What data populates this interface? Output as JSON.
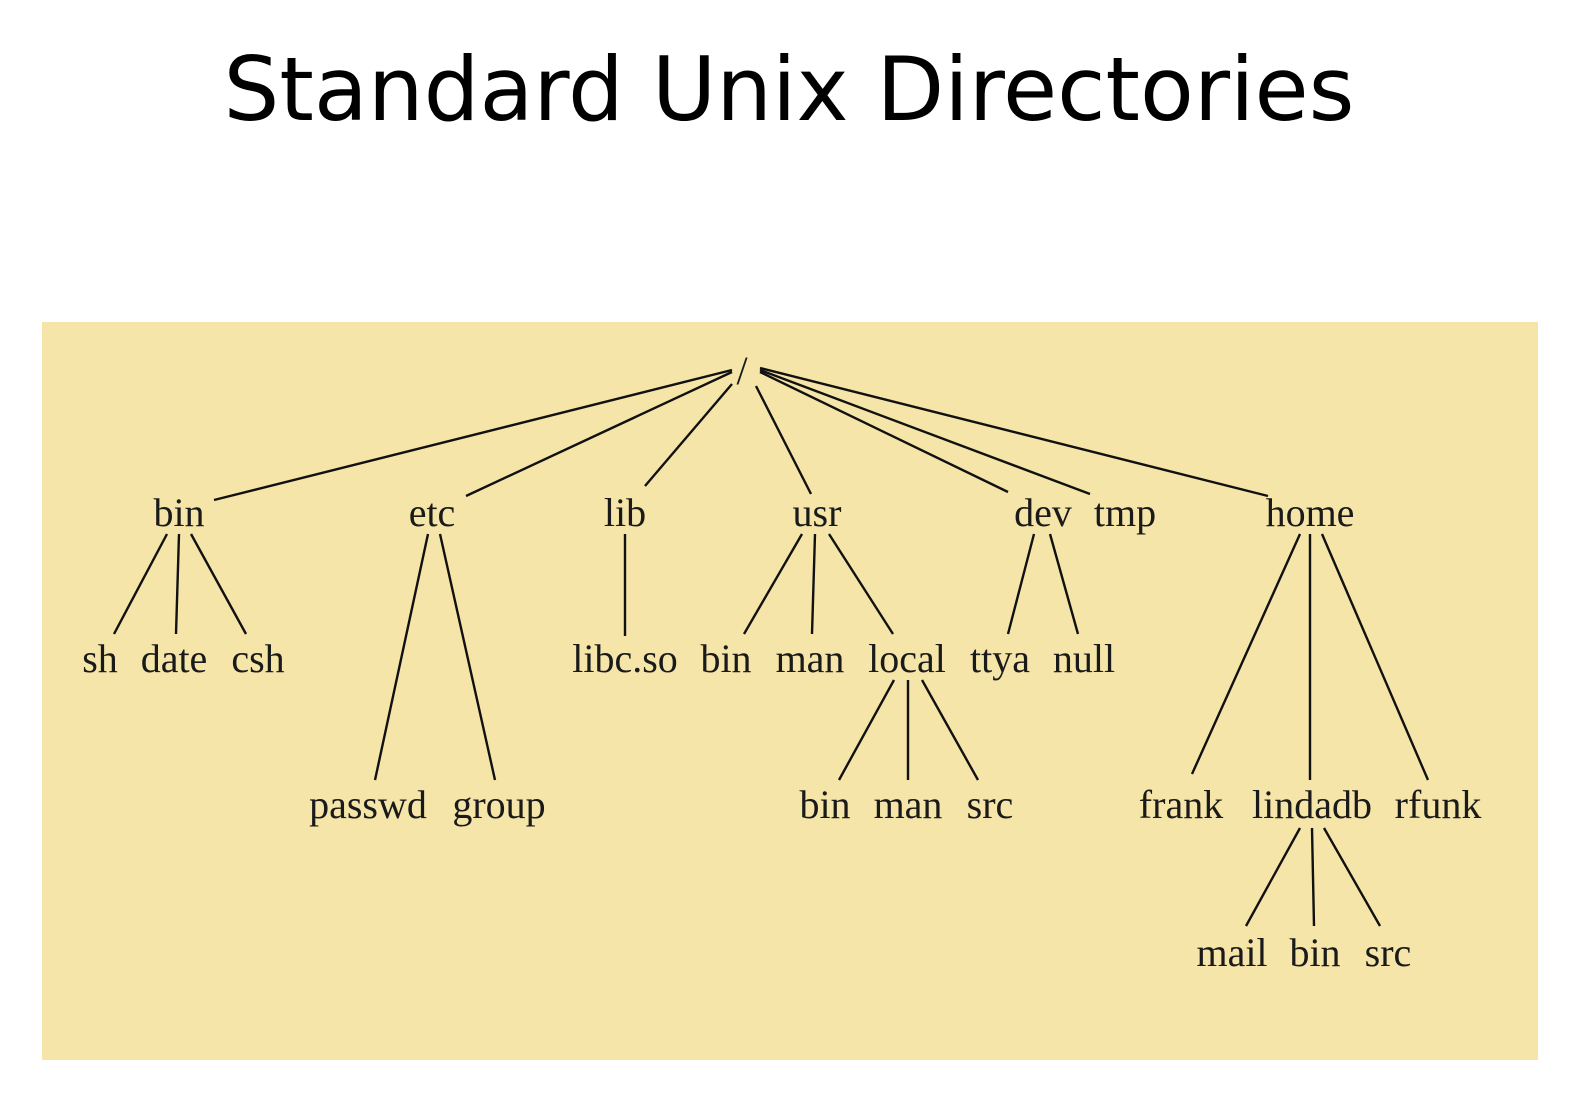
{
  "title": "Standard Unix Directories",
  "colors": {
    "panel_background": "#f5e5a8",
    "line": "#111111",
    "text": "#1a1a1a"
  },
  "tree": {
    "root": "/",
    "nodes": [
      {
        "id": "root",
        "label": "/",
        "parent": null
      },
      {
        "id": "bin",
        "label": "bin",
        "parent": "root"
      },
      {
        "id": "etc",
        "label": "etc",
        "parent": "root"
      },
      {
        "id": "lib",
        "label": "lib",
        "parent": "root"
      },
      {
        "id": "usr",
        "label": "usr",
        "parent": "root"
      },
      {
        "id": "dev",
        "label": "dev",
        "parent": "root"
      },
      {
        "id": "tmp",
        "label": "tmp",
        "parent": "root"
      },
      {
        "id": "home",
        "label": "home",
        "parent": "root"
      },
      {
        "id": "sh",
        "label": "sh",
        "parent": "bin"
      },
      {
        "id": "date",
        "label": "date",
        "parent": "bin"
      },
      {
        "id": "csh",
        "label": "csh",
        "parent": "bin"
      },
      {
        "id": "passwd",
        "label": "passwd",
        "parent": "etc"
      },
      {
        "id": "group",
        "label": "group",
        "parent": "etc"
      },
      {
        "id": "libcso",
        "label": "libc.so",
        "parent": "lib"
      },
      {
        "id": "usr-bin",
        "label": "bin",
        "parent": "usr"
      },
      {
        "id": "usr-man",
        "label": "man",
        "parent": "usr"
      },
      {
        "id": "local",
        "label": "local",
        "parent": "usr"
      },
      {
        "id": "local-bin",
        "label": "bin",
        "parent": "local"
      },
      {
        "id": "local-man",
        "label": "man",
        "parent": "local"
      },
      {
        "id": "local-src",
        "label": "src",
        "parent": "local"
      },
      {
        "id": "ttya",
        "label": "ttya",
        "parent": "dev"
      },
      {
        "id": "null",
        "label": "null",
        "parent": "dev"
      },
      {
        "id": "frank",
        "label": "frank",
        "parent": "home"
      },
      {
        "id": "lindadb",
        "label": "lindadb",
        "parent": "home"
      },
      {
        "id": "rfunk",
        "label": "rfunk",
        "parent": "home"
      },
      {
        "id": "mail",
        "label": "mail",
        "parent": "lindadb"
      },
      {
        "id": "lindadb-bin",
        "label": "bin",
        "parent": "lindadb"
      },
      {
        "id": "lindadb-src",
        "label": "src",
        "parent": "lindadb"
      }
    ]
  }
}
